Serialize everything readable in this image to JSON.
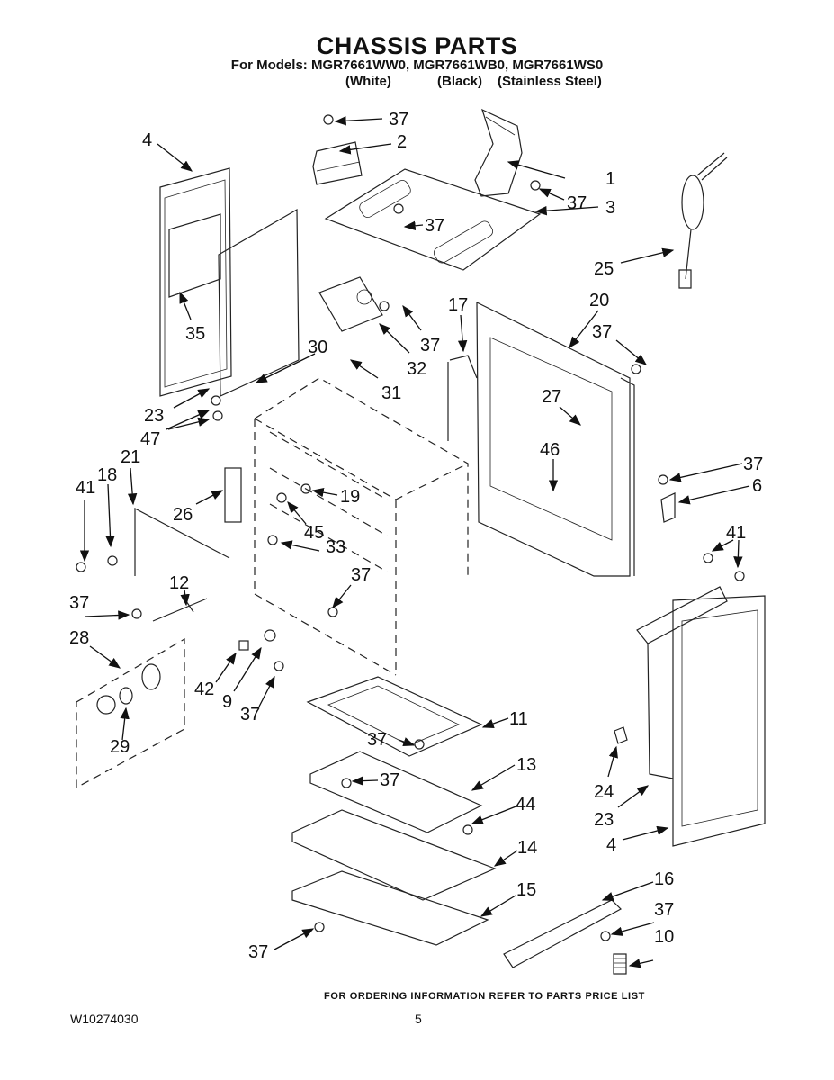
{
  "header": {
    "title": "CHASSIS PARTS",
    "models_line": "For Models: MGR7661WW0, MGR7661WB0, MGR7661WS0",
    "variants": [
      "(White)",
      "(Black)",
      "(Stainless Steel)"
    ]
  },
  "callouts": [
    {
      "id": "c37a",
      "label": "37"
    },
    {
      "id": "c2",
      "label": "2"
    },
    {
      "id": "c4a",
      "label": "4"
    },
    {
      "id": "c1",
      "label": "1"
    },
    {
      "id": "c37b",
      "label": "37"
    },
    {
      "id": "c37c",
      "label": "37"
    },
    {
      "id": "c3",
      "label": "3"
    },
    {
      "id": "c25",
      "label": "25"
    },
    {
      "id": "c35",
      "label": "35"
    },
    {
      "id": "c17",
      "label": "17"
    },
    {
      "id": "c20",
      "label": "20"
    },
    {
      "id": "c37d",
      "label": "37"
    },
    {
      "id": "c37e",
      "label": "37"
    },
    {
      "id": "c32",
      "label": "32"
    },
    {
      "id": "c30",
      "label": "30"
    },
    {
      "id": "c31",
      "label": "31"
    },
    {
      "id": "c23a",
      "label": "23"
    },
    {
      "id": "c47",
      "label": "47"
    },
    {
      "id": "c27",
      "label": "27"
    },
    {
      "id": "c46",
      "label": "46"
    },
    {
      "id": "c21",
      "label": "21"
    },
    {
      "id": "c18",
      "label": "18"
    },
    {
      "id": "c41a",
      "label": "41"
    },
    {
      "id": "c26",
      "label": "26"
    },
    {
      "id": "c19",
      "label": "19"
    },
    {
      "id": "c45",
      "label": "45"
    },
    {
      "id": "c37f",
      "label": "37"
    },
    {
      "id": "c6",
      "label": "6"
    },
    {
      "id": "c33",
      "label": "33"
    },
    {
      "id": "c12",
      "label": "12"
    },
    {
      "id": "c37g",
      "label": "37"
    },
    {
      "id": "c41b",
      "label": "41"
    },
    {
      "id": "c37h",
      "label": "37"
    },
    {
      "id": "c28",
      "label": "28"
    },
    {
      "id": "c42",
      "label": "42"
    },
    {
      "id": "c9",
      "label": "9"
    },
    {
      "id": "c37i",
      "label": "37"
    },
    {
      "id": "c29",
      "label": "29"
    },
    {
      "id": "c11",
      "label": "11"
    },
    {
      "id": "c37j",
      "label": "37"
    },
    {
      "id": "c13",
      "label": "13"
    },
    {
      "id": "c37k",
      "label": "37"
    },
    {
      "id": "c24",
      "label": "24"
    },
    {
      "id": "c23b",
      "label": "23"
    },
    {
      "id": "c44",
      "label": "44"
    },
    {
      "id": "c4b",
      "label": "4"
    },
    {
      "id": "c14",
      "label": "14"
    },
    {
      "id": "c16",
      "label": "16"
    },
    {
      "id": "c15",
      "label": "15"
    },
    {
      "id": "c37l",
      "label": "37"
    },
    {
      "id": "c37m",
      "label": "37"
    },
    {
      "id": "c10",
      "label": "10"
    }
  ],
  "footer": {
    "ordering_note": "FOR ORDERING INFORMATION REFER TO PARTS PRICE LIST",
    "document_number": "W10274030",
    "page_number": "5"
  }
}
